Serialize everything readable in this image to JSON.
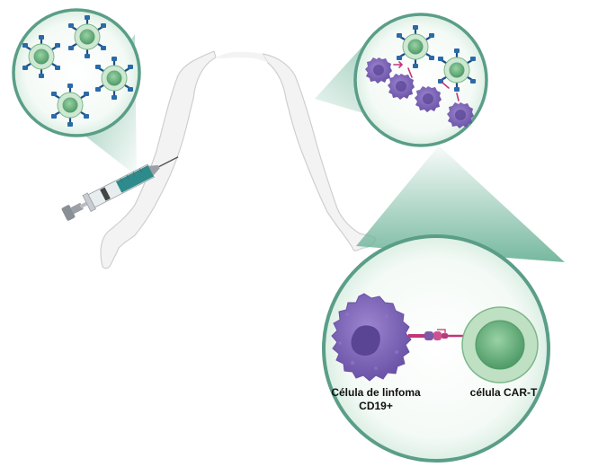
{
  "labels": {
    "lymphoma_cell_line1": "Célula de linfoma",
    "lymphoma_cell_line2": "CD19+",
    "car_t_cell": "célula CAR-T"
  },
  "colors": {
    "callout_border": "#5a9e88",
    "callout_fill": "#eef7f2",
    "callout_beam": "#8fc9b0",
    "car_t_outer": "#b9dcbc",
    "car_t_inner": "#6fb384",
    "lymphoma_cell": "#7b63b5",
    "lymphoma_nucleus": "#5a4594",
    "receptor": "#1f4f8a",
    "car_receptor": "#c2357a",
    "syringe_barrel": "#2e8b8b",
    "skin": "#f2f2f2"
  },
  "icons": {
    "syringe": "syringe-icon",
    "car_t_cell": "car-t-cell-icon",
    "lymphoma_cell": "lymphoma-cell-icon",
    "human_body": "human-torso-icon"
  }
}
